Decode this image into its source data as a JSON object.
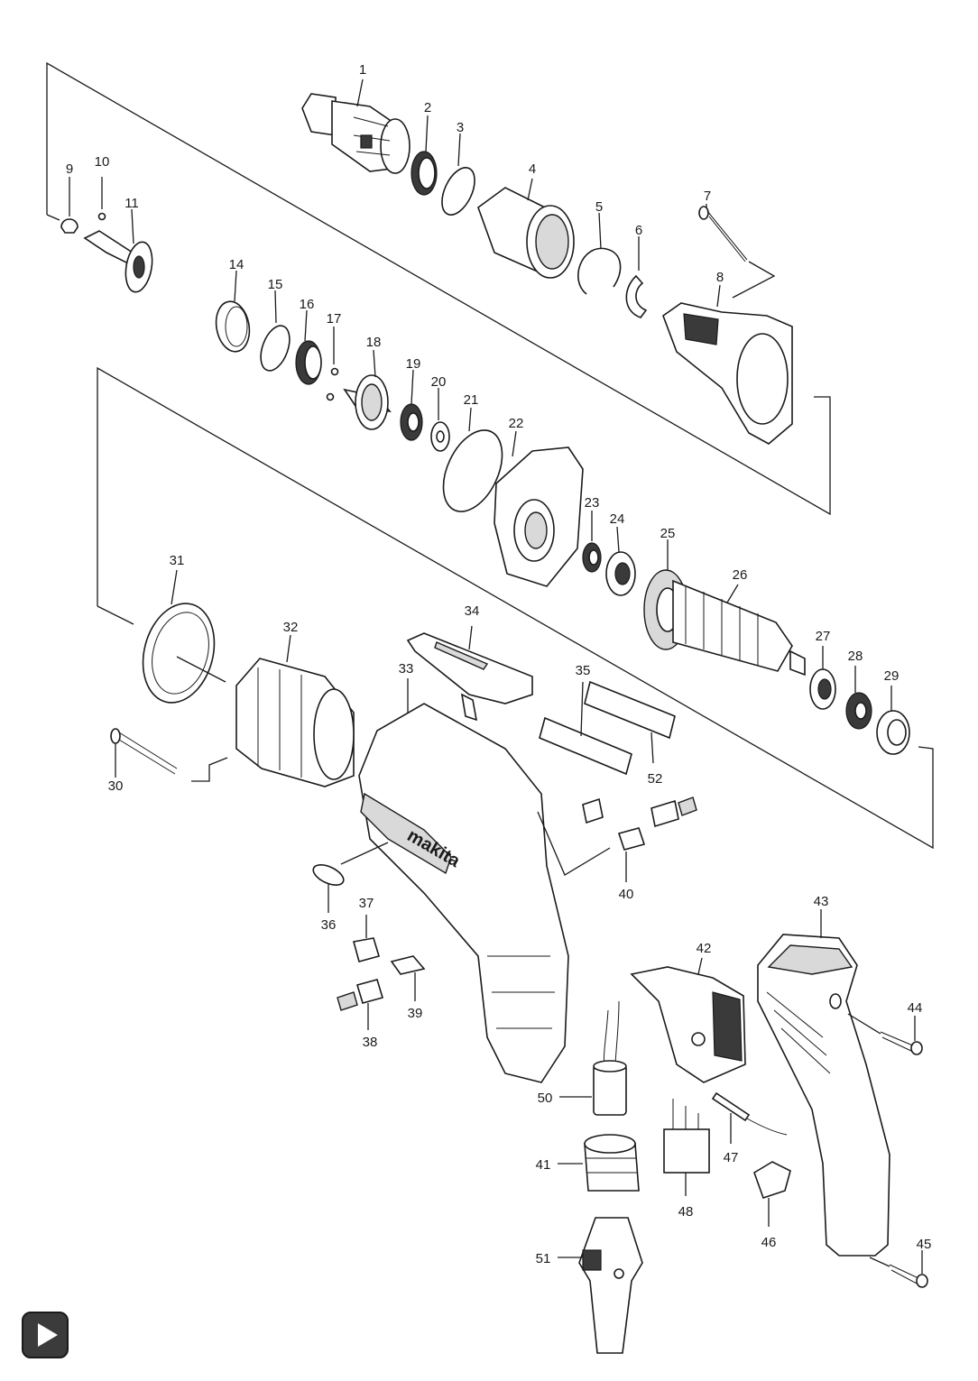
{
  "labels": {
    "p1": "1",
    "p2": "2",
    "p3": "3",
    "p4": "4",
    "p5": "5",
    "p6": "6",
    "p7": "7",
    "p8": "8",
    "p9": "9",
    "p10": "10",
    "p11": "11",
    "p14": "14",
    "p15": "15",
    "p16": "16",
    "p17": "17",
    "p18": "18",
    "p19": "19",
    "p20": "20",
    "p21": "21",
    "p22": "22",
    "p23": "23",
    "p24": "24",
    "p25": "25",
    "p26": "26",
    "p27": "27",
    "p28": "28",
    "p29": "29",
    "p30": "30",
    "p31": "31",
    "p32": "32",
    "p33": "33",
    "p34": "34",
    "p35": "35",
    "p36": "36",
    "p37": "37",
    "p38": "38",
    "p39": "39",
    "p40": "40",
    "p41": "41",
    "p42": "42",
    "p43": "43",
    "p44": "44",
    "p45": "45",
    "p46": "46",
    "p47": "47",
    "p48": "48",
    "p50": "50",
    "p51": "51",
    "p52": "52"
  },
  "housing_logo": "makita",
  "controls": {
    "play_icon": "play-icon"
  }
}
